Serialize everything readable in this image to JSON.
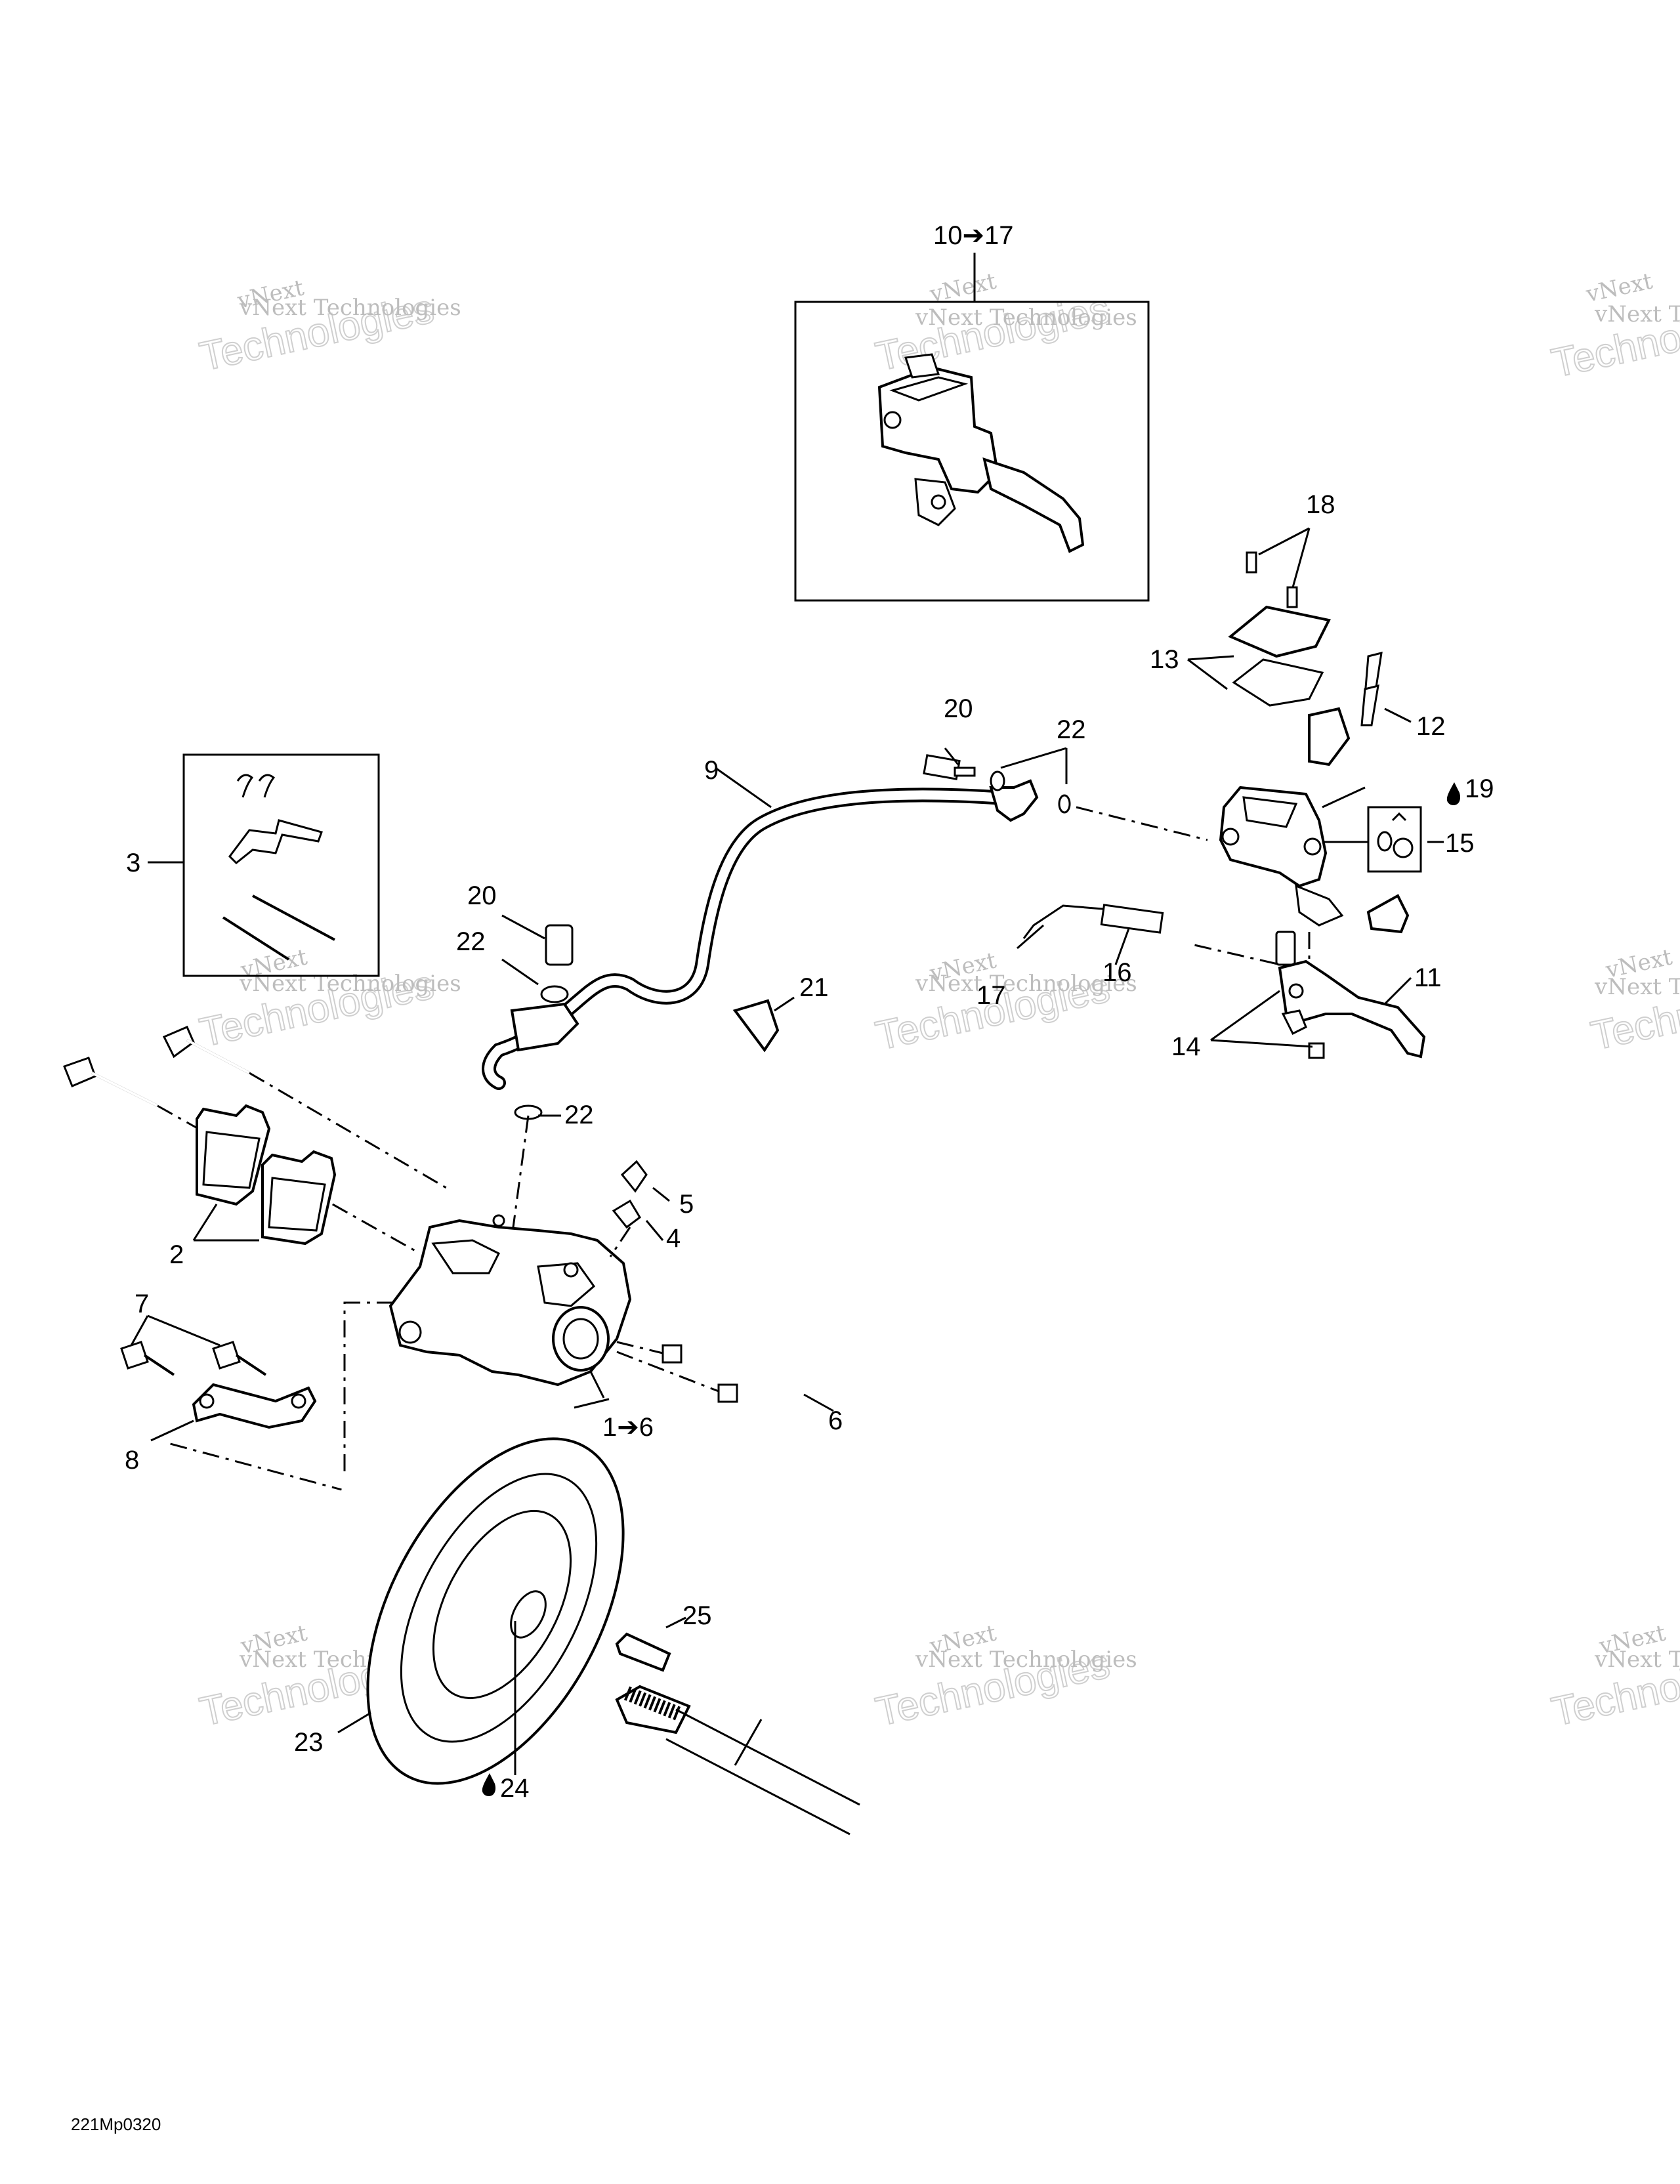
{
  "diagram": {
    "drawing_code": "221Mp0320",
    "watermark_text": "vNext Technologies",
    "watermark_big": "Technologies",
    "watermark_small": "vNext",
    "callouts": {
      "c1": "1➔6",
      "c2": "2",
      "c3": "3",
      "c4": "4",
      "c5": "5",
      "c6": "6",
      "c7": "7",
      "c8": "8",
      "c9": "9",
      "c10": "10➔17",
      "c11": "11",
      "c12": "12",
      "c13": "13",
      "c14": "14",
      "c15": "15",
      "c16": "16",
      "c17": "17",
      "c18": "18",
      "c19": "19",
      "c20a": "20",
      "c20b": "20",
      "c21": "21",
      "c22a": "22",
      "c22b": "22",
      "c22c": "22",
      "c23": "23",
      "c24": "24",
      "c25": "25"
    }
  }
}
